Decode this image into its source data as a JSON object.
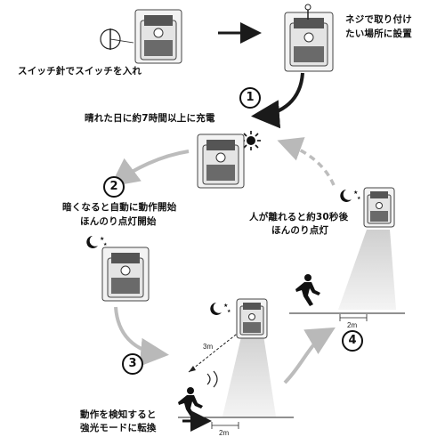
{
  "labels": {
    "switch_instruction": "スイッチ針でスイッチを入れ",
    "screw_mount_line1": "ネジで取り付け",
    "screw_mount_line2": "たい場所に設置",
    "charge_instruction": "晴れた日に約7時間以上に充電",
    "dark_auto_line1": "暗くなると自動に動作開始",
    "dark_auto_line2": "ほんのり点灯開始",
    "detect_line1": "動作を検知すると",
    "detect_line2": "強光モードに転換",
    "person_leaves_line1": "人が離れると約30秒後",
    "person_leaves_line2": "ほんのり点灯"
  },
  "steps": [
    "1",
    "2",
    "3",
    "4"
  ],
  "dimensions": {
    "range_3m": "3m",
    "floor_2m_left": "2m",
    "floor_2m_right": "2m"
  },
  "colors": {
    "arrow_dark": "#1a1a1a",
    "arrow_gray": "#b9b9b9",
    "arrow_dashed": "#bdbdbd",
    "beam": "#d6d6d6",
    "lamp_body": "#e9e9e9",
    "panel": "#555555"
  }
}
